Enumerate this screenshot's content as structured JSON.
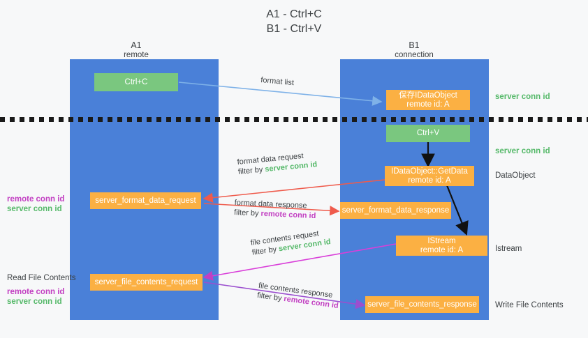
{
  "diagram": {
    "title": "A1 - Ctrl+C\nB1 - Ctrl+V",
    "colors": {
      "lane": "#4a80d8",
      "green_node": "#7ac77f",
      "orange_node": "#fbb043",
      "server_conn_id": "#56b96a",
      "remote_conn_id": "#c23fc2",
      "background": "#f7f8f9",
      "text": "#3c4043"
    },
    "columns": [
      {
        "name": "A1",
        "sub": "remote"
      },
      {
        "name": "B1",
        "sub": "connection"
      }
    ],
    "nodes": [
      {
        "id": "ctrl_c",
        "label": "Ctrl+C"
      },
      {
        "id": "save_dataobject",
        "label": "保存IDataObject\nremote id: A"
      },
      {
        "id": "ctrl_v",
        "label": "Ctrl+V"
      },
      {
        "id": "getdata",
        "label": "IDataObject::GetData\nremote id: A"
      },
      {
        "id": "format_data_request",
        "label": "server_format_data_request"
      },
      {
        "id": "format_data_response",
        "label": "server_format_data_response"
      },
      {
        "id": "istream",
        "label": "IStream\nremote id: A"
      },
      {
        "id": "file_contents_request",
        "label": "server_file_contents_request"
      },
      {
        "id": "file_contents_response",
        "label": "server_file_contents_response"
      }
    ],
    "edge_labels": [
      {
        "id": "format_list",
        "line1": "format list",
        "line2_prefix": "",
        "line2_key": ""
      },
      {
        "id": "format_data_request",
        "line1": "format data request",
        "line2_prefix": "filter by ",
        "line2_key": "server conn id"
      },
      {
        "id": "format_data_response",
        "line1": "format data response",
        "line2_prefix": "filter by ",
        "line2_key": "remote conn id"
      },
      {
        "id": "file_contents_request",
        "line1": "file contents request",
        "line2_prefix": "filter by ",
        "line2_key": "server conn id"
      },
      {
        "id": "file_contents_response",
        "line1": "file contents response",
        "line2_prefix": "filter by ",
        "line2_key": "remote conn id"
      }
    ],
    "right_labels": [
      {
        "id": "server_conn_id_top",
        "text": "server conn id"
      },
      {
        "id": "server_conn_id_mid",
        "text": "server conn id"
      },
      {
        "id": "dataobject",
        "text": "DataObject"
      },
      {
        "id": "istream",
        "text": "Istream"
      },
      {
        "id": "write_file_contents",
        "text": "Write File Contents"
      }
    ],
    "left_labels": [
      {
        "id": "remote_conn_id_1",
        "text": "remote conn id"
      },
      {
        "id": "server_conn_id_1",
        "text": "server conn id"
      },
      {
        "id": "read_file_contents",
        "text": "Read File Contents"
      },
      {
        "id": "remote_conn_id_2",
        "text": "remote conn id"
      },
      {
        "id": "server_conn_id_2",
        "text": "server conn id"
      }
    ]
  }
}
